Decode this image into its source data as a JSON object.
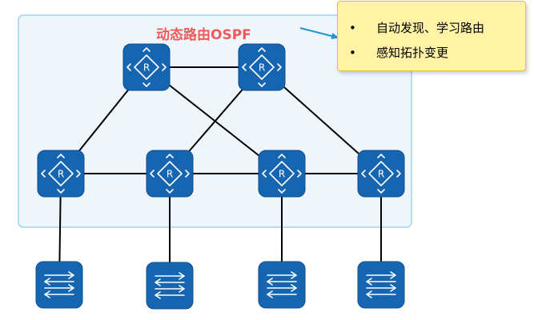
{
  "area": {
    "title": "动态路由OSPF",
    "fill": "#eef6fb",
    "border": "#9fd3ee"
  },
  "note": {
    "bullet": "•",
    "items": [
      "自动发现、学习路由",
      "感知拓扑变更"
    ]
  },
  "colors": {
    "device": "#1565b0",
    "link": "#000000",
    "title": "#f05a5a",
    "arrow": "#1e96d2",
    "note_bg": "#fff3a6"
  },
  "routers": [
    {
      "id": "r1",
      "tier": "core",
      "label": "R",
      "icon": "router-icon"
    },
    {
      "id": "r2",
      "tier": "core",
      "label": "R",
      "icon": "router-icon"
    },
    {
      "id": "r3",
      "tier": "distribution",
      "label": "R",
      "icon": "router-icon"
    },
    {
      "id": "r4",
      "tier": "distribution",
      "label": "R",
      "icon": "router-icon"
    },
    {
      "id": "r5",
      "tier": "distribution",
      "label": "R",
      "icon": "router-icon"
    },
    {
      "id": "r6",
      "tier": "distribution",
      "label": "R",
      "icon": "router-icon"
    }
  ],
  "switches": [
    {
      "id": "s1",
      "icon": "switch-icon"
    },
    {
      "id": "s2",
      "icon": "switch-icon"
    },
    {
      "id": "s3",
      "icon": "switch-icon"
    },
    {
      "id": "s4",
      "icon": "switch-icon"
    }
  ],
  "links": [
    [
      "r1",
      "r2"
    ],
    [
      "r1",
      "r3"
    ],
    [
      "r1",
      "r5"
    ],
    [
      "r2",
      "r4"
    ],
    [
      "r2",
      "r6"
    ],
    [
      "r3",
      "r4"
    ],
    [
      "r4",
      "r5"
    ],
    [
      "r5",
      "r6"
    ],
    [
      "r3",
      "s1"
    ],
    [
      "r4",
      "s2"
    ],
    [
      "r5",
      "s3"
    ],
    [
      "r6",
      "s4"
    ]
  ]
}
